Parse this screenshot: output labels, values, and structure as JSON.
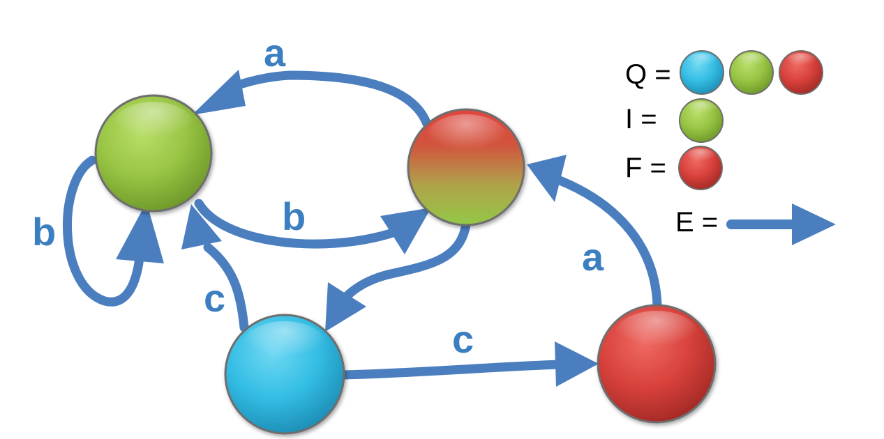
{
  "colors": {
    "edge": "#4A7EBF",
    "label": "#3C7FC0",
    "state_cyan": "#2FB8E0",
    "state_green": "#8FBF3A",
    "state_red": "#D33A35",
    "outline": "#6E6E6E"
  },
  "edges": {
    "red_to_green": "a",
    "green_to_red": "b",
    "green_loop": "b",
    "cyan_to_green": "c",
    "cyan_to_red": "c",
    "red_to_mixed": "a"
  },
  "legend": {
    "q_label": "Q =",
    "i_label": "I =",
    "f_label": "F =",
    "e_label": "E ="
  }
}
